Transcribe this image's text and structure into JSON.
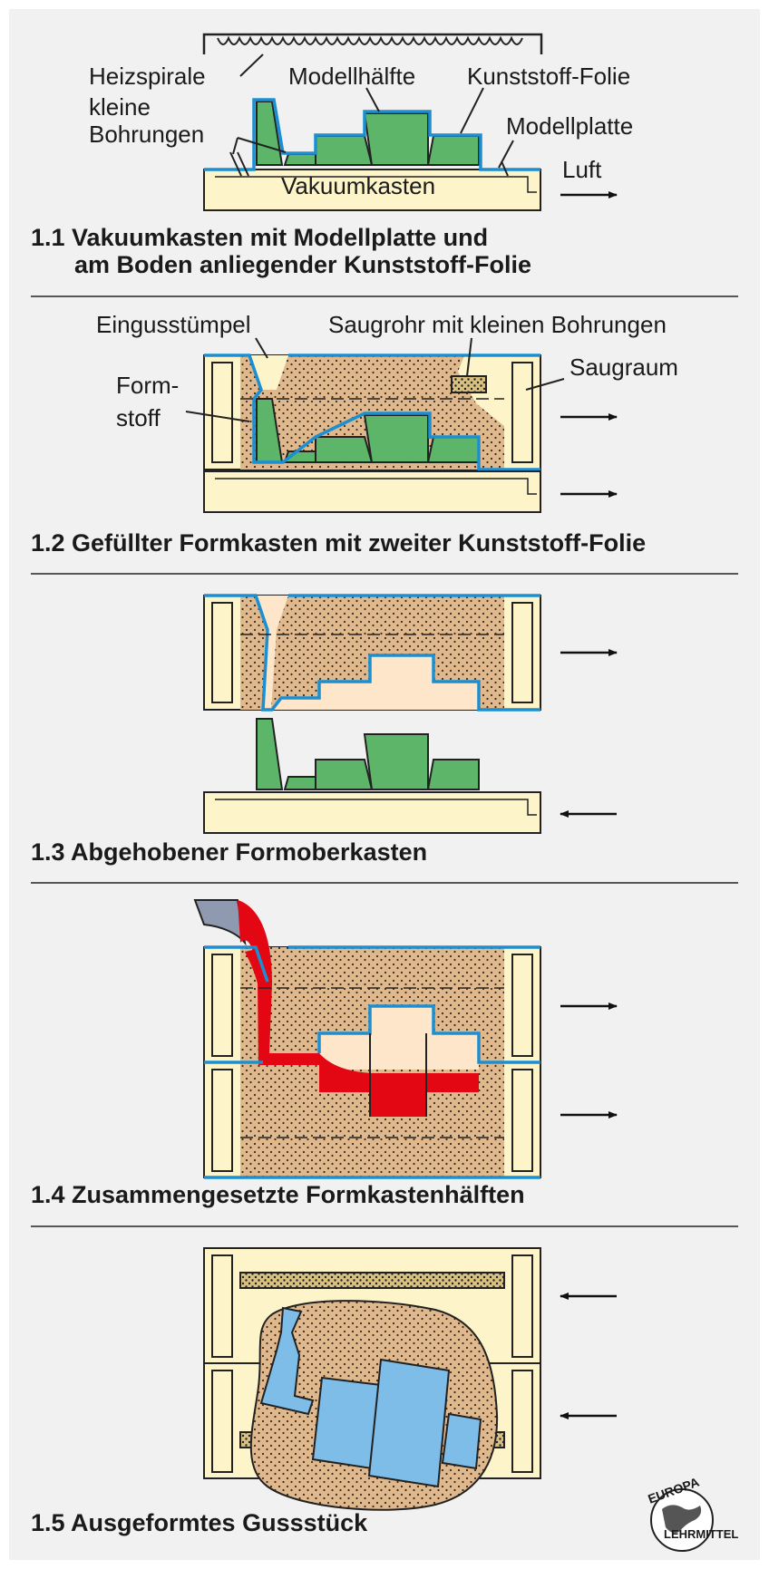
{
  "diagram": {
    "labels": {
      "heizspirale": "Heizspirale",
      "modellhaelfte": "Modellhälfte",
      "kunststoff_folie": "Kunststoff-Folie",
      "kleine": "kleine",
      "bohrungen": "Bohrungen",
      "modellplatte": "Modellplatte",
      "luft": "Luft",
      "vakuumkasten": "Vakuumkasten",
      "eingusstuempel": "Eingusstümpel",
      "saugrohr": "Saugrohr mit kleinen Bohrungen",
      "saugraum": "Saugraum",
      "form": "Form-",
      "stoff": "stoff"
    },
    "titles": {
      "t11_line1": "1.1 Vakuumkasten mit Modellplatte und",
      "t11_line2": "am Boden anliegender Kunststoff-Folie",
      "t12": "1.2 Gefüllter Formkasten mit zweiter Kunststoff-Folie",
      "t13": "1.3 Abgehobener Formoberkasten",
      "t14": "1.4 Zusammengesetzte Formkastenhälften",
      "t15": "1.5 Ausgeformtes Gussstück"
    },
    "logo": {
      "top": "EUROPA",
      "bottom": "LEHRMITTEL"
    },
    "colors": {
      "background": "#f1f1f1",
      "sand": "#dfb88e",
      "box": "#fdf5c9",
      "model": "#5db56a",
      "foil": "#1b8fd1",
      "metal": "#e30613",
      "casting": "#7fbde9",
      "ladle": "#8f9ab0"
    }
  }
}
